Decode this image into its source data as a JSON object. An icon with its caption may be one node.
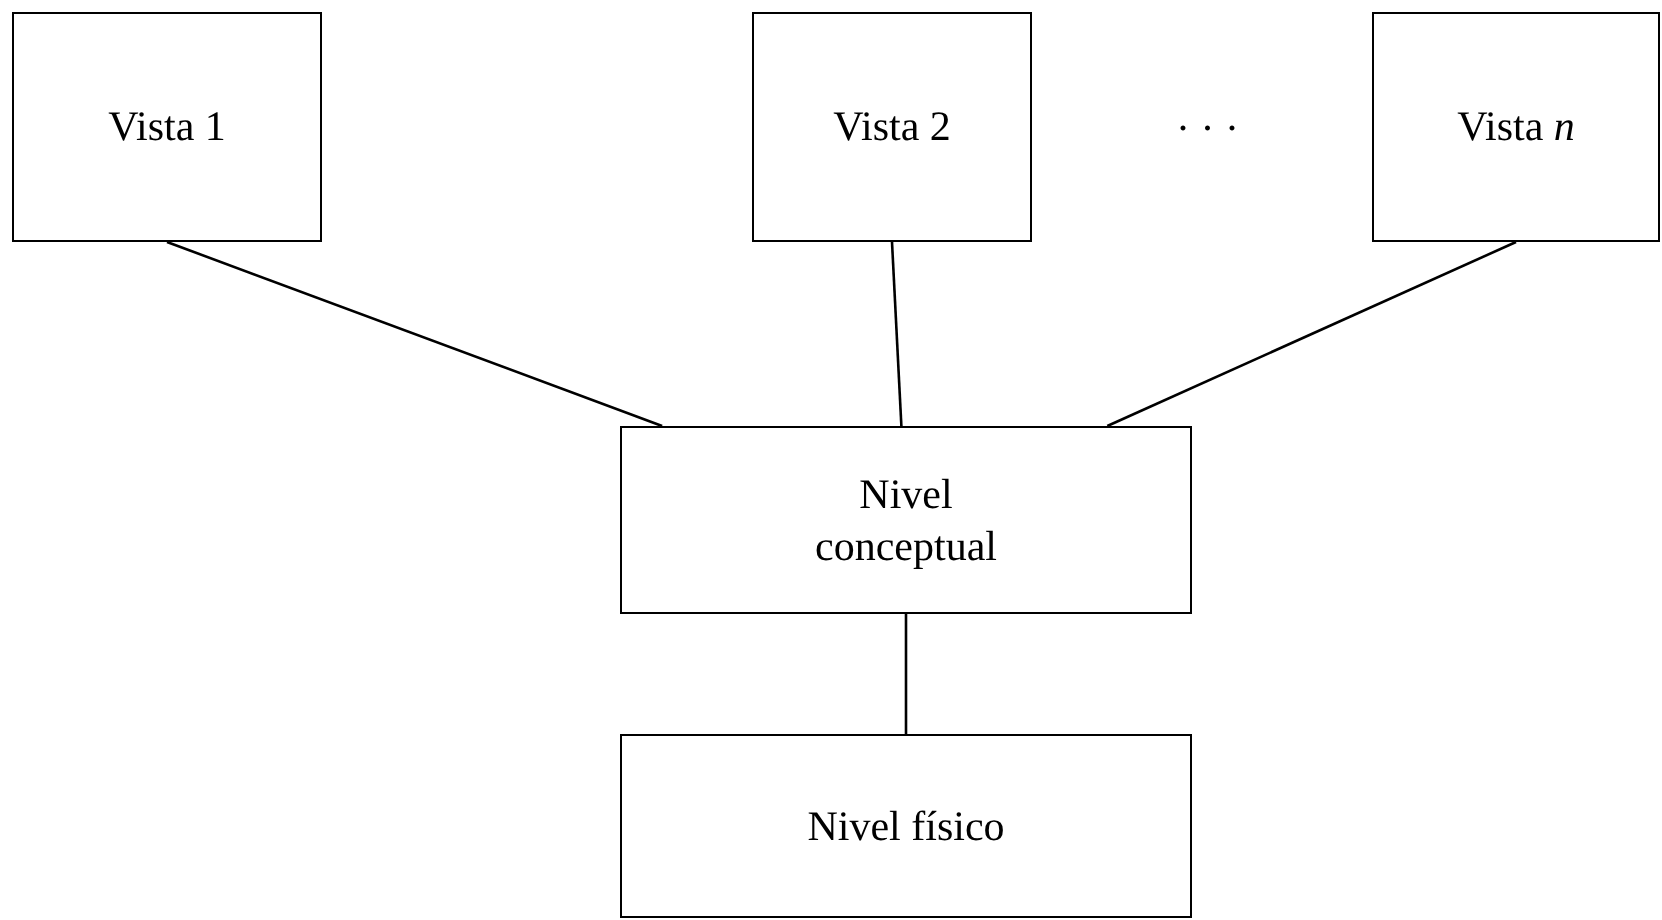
{
  "diagram": {
    "nodes": [
      {
        "text": [
          "Vista 1"
        ]
      },
      {
        "text": [
          "Vista 2"
        ]
      },
      {
        "text": [
          "Vista *n*"
        ]
      },
      {
        "text": [
          "Nivel conceptual"
        ]
      },
      {
        "text": [
          "Nivel físico"
        ]
      }
    ],
    "edges": [
      {
        "from": 0,
        "to": 3,
        "arrow": "none"
      },
      {
        "from": 1,
        "to": 3,
        "arrow": "none"
      },
      {
        "from": 2,
        "to": 3,
        "arrow": "none"
      },
      {
        "from": 3,
        "to": 4,
        "arrow": "none"
      }
    ],
    "labels": [
      "· · ·"
    ]
  }
}
